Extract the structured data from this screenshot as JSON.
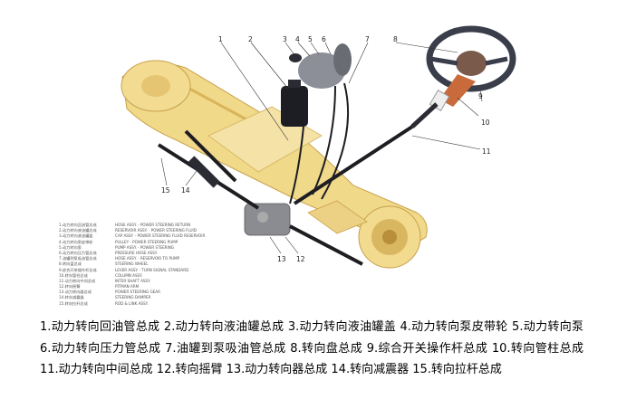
{
  "callouts": [
    "1",
    "2",
    "3",
    "4",
    "5",
    "6",
    "7",
    "8",
    "9",
    "10",
    "11",
    "12",
    "13",
    "14",
    "15"
  ],
  "legend": [
    {
      "cn": "1.动力转向回油管总成",
      "en": "HOSE ASSY. - POWER STEERING RETURN"
    },
    {
      "cn": "2.动力转向液油罐总成",
      "en": "RESERVOIR ASSY. - POWER STEERING FLUID"
    },
    {
      "cn": "3.动力转向液油罐盖",
      "en": "CAP ASSY. - POWER STEERING FLUID RESERVOIR"
    },
    {
      "cn": "4.动力转向泵皮带轮",
      "en": "PULLEY - POWER STEERING PUMP"
    },
    {
      "cn": "5.动力转向泵",
      "en": "PUMP ASSY. - POWER STEERING"
    },
    {
      "cn": "6.动力转向压力管总成",
      "en": "PRESSURE HOSE ASSY."
    },
    {
      "cn": "7.油罐到泵吸油管总成",
      "en": "HOSE ASSY. - RESERVOIR TO PUMP"
    },
    {
      "cn": "8.转向盘总成",
      "en": "STEERING WHEEL"
    },
    {
      "cn": "9.综合开关操作杆总成",
      "en": "LEVER ASSY. - TURN SIGNAL STANDARD"
    },
    {
      "cn": "10.转向管柱总成",
      "en": "COLUMN ASSY."
    },
    {
      "cn": "11.动力转向中间总成",
      "en": "INTER SHAFT ASSY."
    },
    {
      "cn": "12.转向摇臂",
      "en": "PITMAN ARM"
    },
    {
      "cn": "13.动力转向器总成",
      "en": "POWER STEERING GEAR"
    },
    {
      "cn": "14.转向减震器",
      "en": "STEERING DAMPER"
    },
    {
      "cn": "15.转向拉杆总成",
      "en": "ROD & LINK ASSY."
    }
  ],
  "caption": "1.动力转向回油管总成 2.动力转向液油罐总成 3.动力转向液油罐盖 4.动力转向泵皮带轮 5.动力转向泵 6.动力转向压力管总成 7.油罐到泵吸油管总成 8.转向盘总成 9.综合开关操作杆总成 10.转向管柱总成 11.动力转向中间总成 12.转向摇臂 13.动力转向器总成 14.转向减震器 15.转向拉杆总成",
  "colors": {
    "axle": "#f1d98a",
    "axle_shadow": "#d9b45a",
    "steel": "#2b2b33",
    "rod": "#1d1d22",
    "leader": "#333333",
    "wheel": "#3a3d4a",
    "column_copper": "#c96a3a"
  }
}
